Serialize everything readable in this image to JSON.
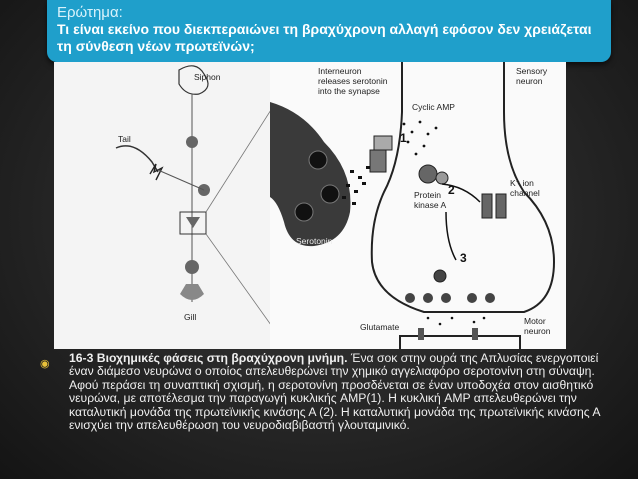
{
  "question": {
    "label": "Ερώτημα:",
    "text": "Τι είναι εκείνο που διεκπεραιώνει τη βραχύχρονη αλλαγή εφόσον δεν χρειάζεται τη σύνθεση νέων πρωτεϊνών;"
  },
  "figure": {
    "siphon": "Siphon",
    "tail": "Tail",
    "gill": "Gill",
    "interneuron": [
      "Interneuron",
      "releases serotonin",
      "into the synapse"
    ],
    "sensory": [
      "Sensory",
      "neuron"
    ],
    "cyclic_amp": "Cyclic AMP",
    "protein_kinase": [
      "Protein",
      "kinase A"
    ],
    "k_channel": [
      "K⁺ ion",
      "channel"
    ],
    "serotonin": "Serotonin",
    "glutamate": "Glutamate",
    "motor": [
      "Motor",
      "neuron"
    ],
    "step1": "1",
    "step2": "2",
    "step3": "3"
  },
  "caption": {
    "bold": "16-3 Βιοχημικές φάσεις στη βραχύχρονη μνήμη.",
    "text": " Ένα σοκ στην ουρά της Απλυσίας ενεργοποιεί έναν διάμεσο νευρώνα ο οποίος απελευθερώνει την χημικό αγγελιαφόρο σεροτονίνη στη σύναψη. Αφού περάσει τη συναπτική σχισμή, η σεροτονίνη προσδένεται σε έναν υποδοχέα στον αισθητικό νευρώνα, με αποτέλεσμα την παραγωγή κυκλικής AMP(1). Η κυκλική AMP απελευθερώνει την καταλυτική μονάδα της πρωτεϊνικής κινάσης Α (2). Η καταλυτική μονάδα της πρωτεϊνικής κινάσης Α ενισχύει την απελευθέρωση του νευροδιαβιβαστή γλουταμινικό."
  }
}
